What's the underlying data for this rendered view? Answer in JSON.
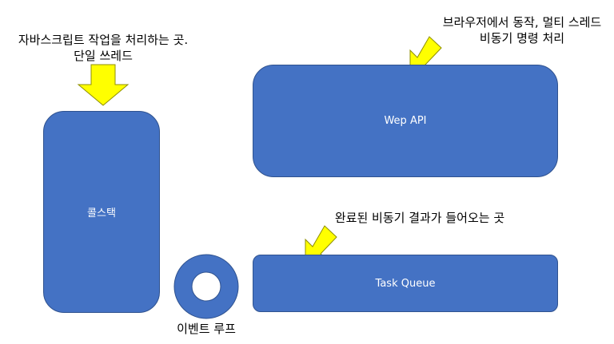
{
  "colors": {
    "box": "#4472C4",
    "box_border": "#2F528F",
    "arrow": "#FFFF00",
    "arrow_border": "#8F8F00"
  },
  "labels": {
    "call_stack_desc_line1": "자바스크립트 작업을 처리하는 곳.",
    "call_stack_desc_line2": "단일 쓰레드",
    "web_api_desc_line1": "브라우저에서 동작, 멀티 스레드",
    "web_api_desc_line2": "비동기 명령 처리",
    "task_queue_desc": "완료된 비동기 결과가 들어오는 곳",
    "event_loop_label": "이벤트 루프"
  },
  "boxes": {
    "call_stack": "콜스택",
    "web_api": "Wep API",
    "task_queue": "Task Queue"
  }
}
